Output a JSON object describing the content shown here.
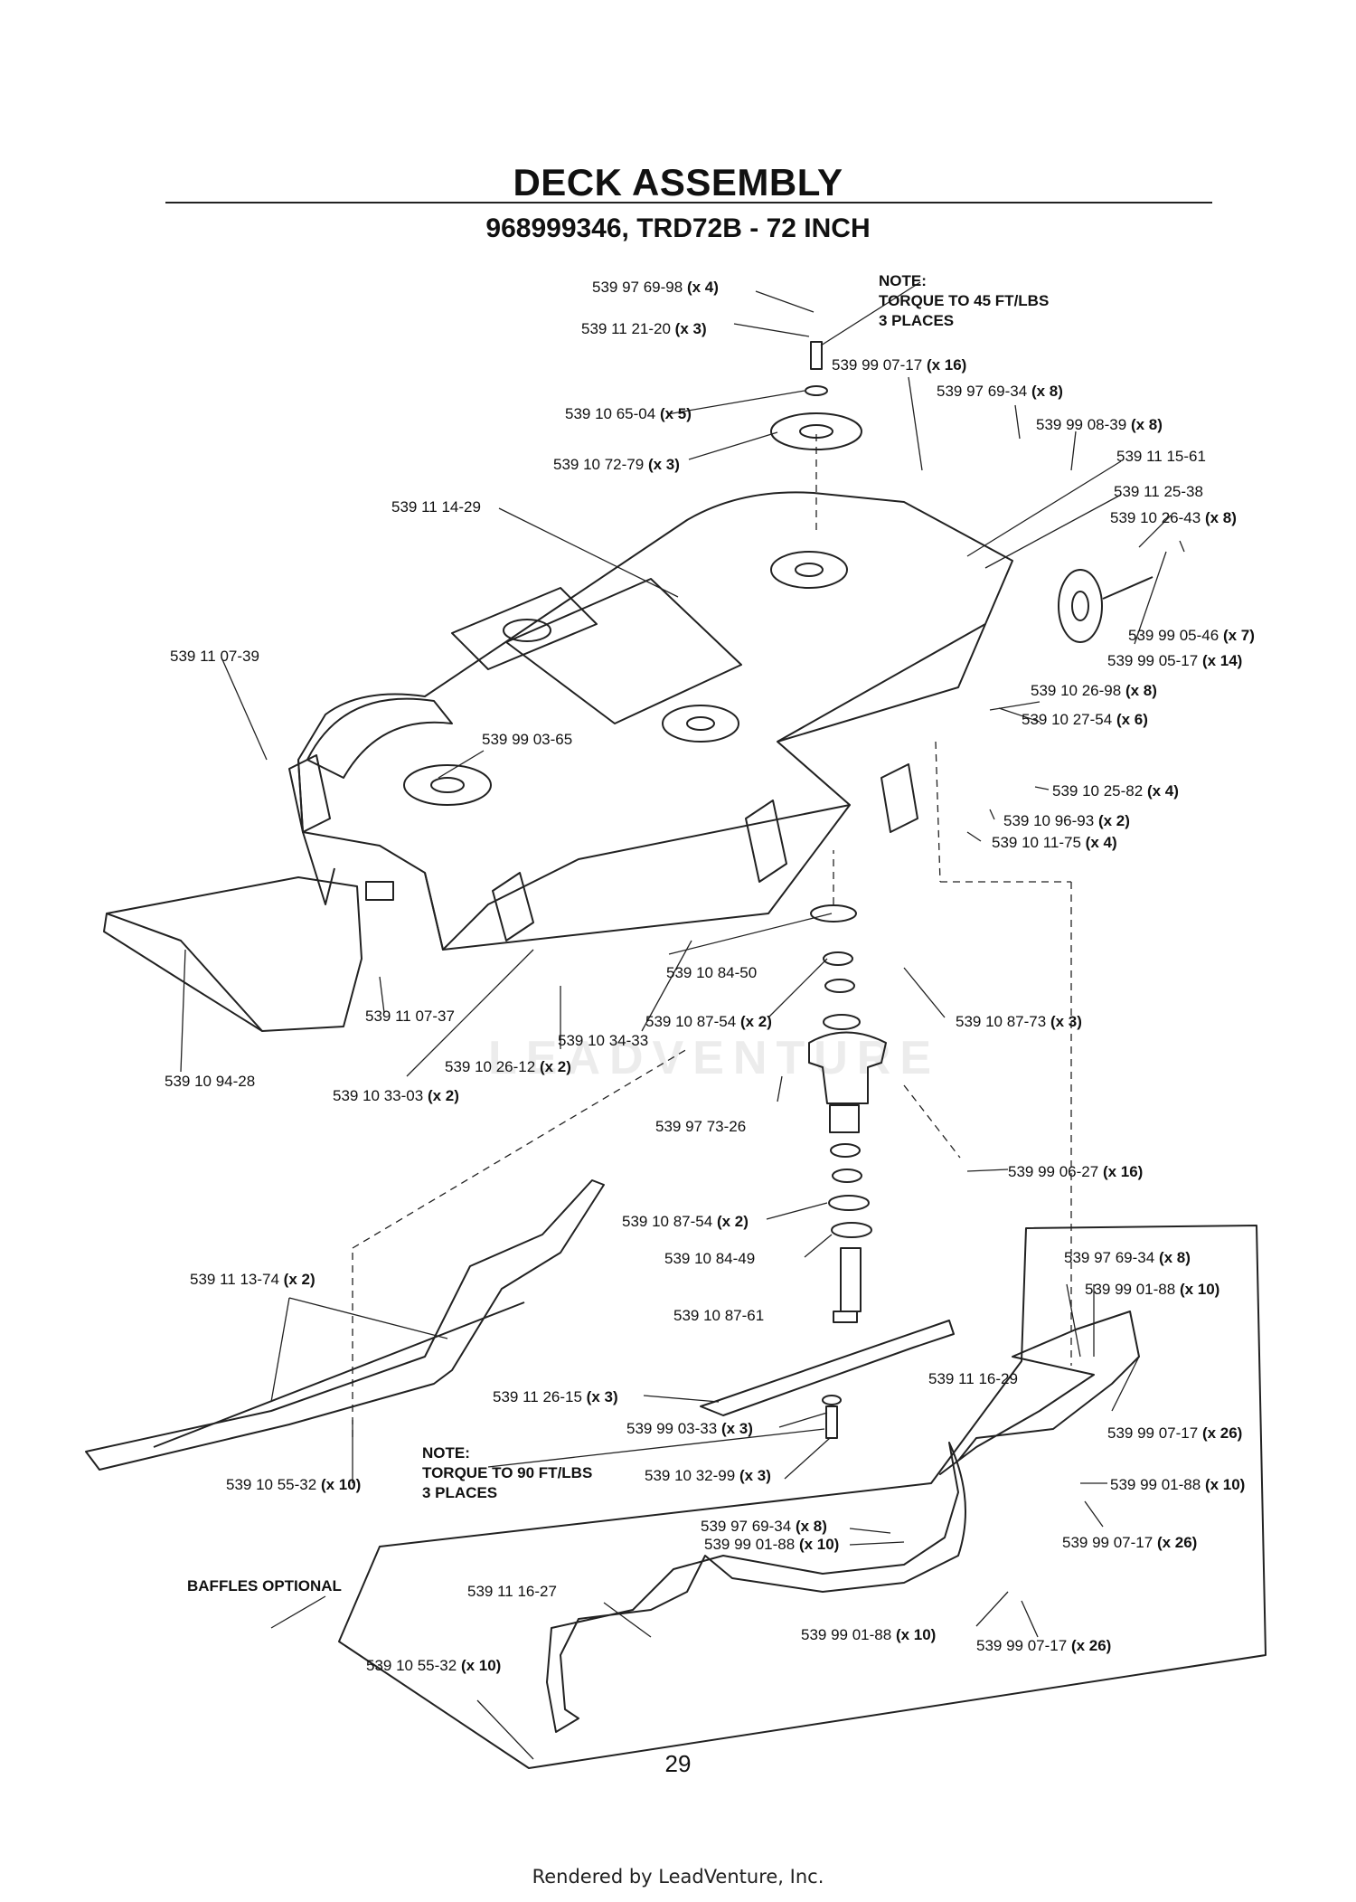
{
  "header": {
    "title": "DECK ASSEMBLY",
    "subtitle": "968999346, TRD72B - 72 INCH"
  },
  "notes": {
    "top": [
      "NOTE:",
      "TORQUE TO 45 FT/LBS",
      "3 PLACES"
    ],
    "bottom": [
      "NOTE:",
      "TORQUE TO 90 FT/LBS",
      "3 PLACES"
    ],
    "baffles": "BAFFLES OPTIONAL"
  },
  "parts": [
    {
      "pn": "539 97 69-98",
      "qty": "(x 4)"
    },
    {
      "pn": "539 11 21-20",
      "qty": "(x 3)"
    },
    {
      "pn": "539 99 07-17",
      "qty": "(x 16)"
    },
    {
      "pn": "539 10 65-04",
      "qty": "(x 5)"
    },
    {
      "pn": "539 97 69-34",
      "qty": "(x 8)"
    },
    {
      "pn": "539 99 08-39",
      "qty": "(x 8)"
    },
    {
      "pn": "539 10 72-79",
      "qty": "(x 3)"
    },
    {
      "pn": "539 11 15-61",
      "qty": ""
    },
    {
      "pn": "539 11 25-38",
      "qty": ""
    },
    {
      "pn": "539 11 14-29",
      "qty": ""
    },
    {
      "pn": "539 10 26-43",
      "qty": "(x 8)"
    },
    {
      "pn": "539 99 05-46",
      "qty": "(x 7)"
    },
    {
      "pn": "539 99 05-17",
      "qty": "(x 14)"
    },
    {
      "pn": "539 11 07-39",
      "qty": ""
    },
    {
      "pn": "539 10 26-98",
      "qty": "(x 8)"
    },
    {
      "pn": "539 10 27-54",
      "qty": "(x 6)"
    },
    {
      "pn": "539 99 03-65",
      "qty": ""
    },
    {
      "pn": "539 10 25-82",
      "qty": "(x 4)"
    },
    {
      "pn": "539 10 96-93",
      "qty": "(x 2)"
    },
    {
      "pn": "539 10 11-75",
      "qty": "(x 4)"
    },
    {
      "pn": "539 10 84-50",
      "qty": ""
    },
    {
      "pn": "539 11 07-37",
      "qty": ""
    },
    {
      "pn": "539 10 87-54",
      "qty": "(x 2)"
    },
    {
      "pn": "539 10 87-73",
      "qty": "(x 3)"
    },
    {
      "pn": "539 10 34-33",
      "qty": ""
    },
    {
      "pn": "539 10 26-12",
      "qty": "(x 2)"
    },
    {
      "pn": "539 10 94-28",
      "qty": ""
    },
    {
      "pn": "539 10 33-03",
      "qty": "(x 2)"
    },
    {
      "pn": "539 97 73-26",
      "qty": ""
    },
    {
      "pn": "539 99 06-27",
      "qty": "(x 16)"
    },
    {
      "pn": "539 10 87-54",
      "qty": "(x 2)"
    },
    {
      "pn": "539 10 84-49",
      "qty": ""
    },
    {
      "pn": "539 11 13-74",
      "qty": "(x 2)"
    },
    {
      "pn": "539 97 69-34",
      "qty": "(x 8)"
    },
    {
      "pn": "539 99 01-88",
      "qty": "(x 10)"
    },
    {
      "pn": "539 10 87-61",
      "qty": ""
    },
    {
      "pn": "539 11 16-29",
      "qty": ""
    },
    {
      "pn": "539 11 26-15",
      "qty": "(x 3)"
    },
    {
      "pn": "539 99 03-33",
      "qty": "(x 3)"
    },
    {
      "pn": "539 99 07-17",
      "qty": "(x 26)"
    },
    {
      "pn": "539 10 55-32",
      "qty": "(x 10)"
    },
    {
      "pn": "539 10 32-99",
      "qty": "(x 3)"
    },
    {
      "pn": "539 99 01-88",
      "qty": "(x 10)"
    },
    {
      "pn": "539 99 07-17",
      "qty": "(x 26)"
    },
    {
      "pn": "539 97 69-34",
      "qty": "(x 8)"
    },
    {
      "pn": "539 99 01-88",
      "qty": "(x 10)"
    },
    {
      "pn": "539 11 16-27",
      "qty": ""
    },
    {
      "pn": "539 99 01-88",
      "qty": "(x 10)"
    },
    {
      "pn": "539 99 07-17",
      "qty": "(x 26)"
    },
    {
      "pn": "539 10 55-32",
      "qty": "(x 10)"
    }
  ],
  "page_number": "29",
  "watermark": "LEADVENTURE",
  "footer": "Rendered by LeadVenture, Inc."
}
